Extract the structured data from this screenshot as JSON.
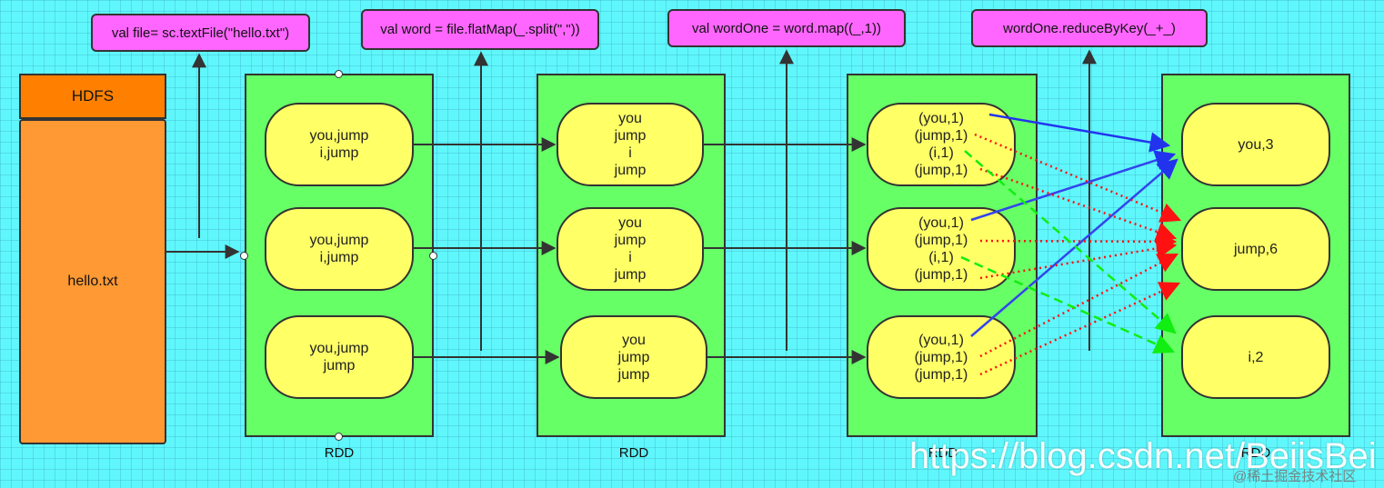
{
  "code_labels": [
    "val file= sc.textFile(\"hello.txt\")",
    "val word = file.flatMap(_.split(\",\"))",
    "val wordOne = word.map((_,1))",
    "wordOne.reduceByKey(_+_)"
  ],
  "hdfs": {
    "title": "HDFS",
    "file": "hello.txt"
  },
  "rdd_label": "RDD",
  "rdd1": [
    [
      "you,jump",
      "i,jump"
    ],
    [
      "you,jump",
      "i,jump"
    ],
    [
      "you,jump",
      "jump"
    ]
  ],
  "rdd2": [
    [
      "you",
      "jump",
      "i",
      "jump"
    ],
    [
      "you",
      "jump",
      "i",
      "jump"
    ],
    [
      "you",
      "jump",
      "jump"
    ]
  ],
  "rdd3": [
    [
      "(you,1)",
      "(jump,1)",
      "(i,1)",
      "(jump,1)"
    ],
    [
      "(you,1)",
      "(jump,1)",
      "(i,1)",
      "(jump,1)"
    ],
    [
      "(you,1)",
      "(jump,1)",
      "(jump,1)"
    ]
  ],
  "rdd4": [
    [
      "you,3"
    ],
    [
      "jump,6"
    ],
    [
      "i,2"
    ]
  ],
  "watermark": "https://blog.csdn.net/BeiisBei",
  "watermark_sub": "@稀土掘金技术社区",
  "colors": {
    "background": "#5ff7fb",
    "code_box": "#ff66ff",
    "hdfs_head": "#ff8000",
    "hdfs_body": "#ff9933",
    "rdd": "#66ff66",
    "partition": "#ffff66",
    "you_arrow": "#2233ee",
    "jump_arrow": "#ff1111",
    "i_arrow": "#11ee11"
  }
}
